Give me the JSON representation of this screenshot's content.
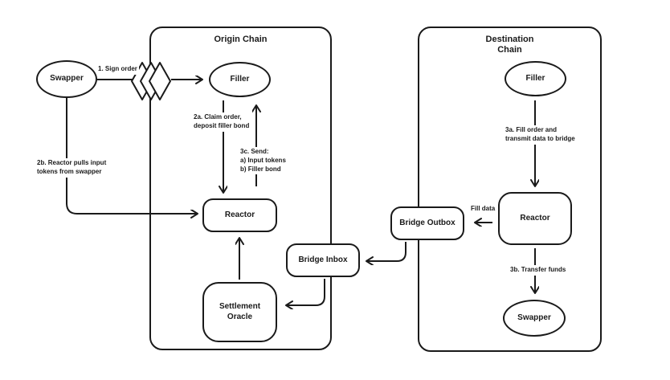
{
  "colors": {
    "background": "#ffffff",
    "stroke": "#1a1a1a",
    "text": "#1a1a1a"
  },
  "origin_chain": {
    "title": "Origin Chain",
    "nodes": {
      "swapper": "Swapper",
      "filler": "Filler",
      "reactor": "Reactor",
      "settlement_oracle": "Settlement Oracle"
    }
  },
  "destination_chain": {
    "title": "Destination Chain",
    "nodes": {
      "filler": "Filler",
      "reactor": "Reactor",
      "swapper": "Swapper"
    }
  },
  "bridge": {
    "inbox": "Bridge Inbox",
    "outbox": "Bridge Outbox"
  },
  "edge_labels": {
    "sign_order": "1. Sign order",
    "claim_order": "2a. Claim order,\ndeposit filler bond",
    "reactor_pulls": "2b. Reactor pulls input\ntokens from swapper",
    "send": "3c. Send:\na) Input tokens\nb) Filler bond",
    "fill_order": "3a. Fill order and\ntransmit data to bridge",
    "fill_data": "Fill data",
    "transfer_funds": "3b. Transfer funds"
  },
  "icons": {
    "order_signature": "triple-diamond"
  }
}
